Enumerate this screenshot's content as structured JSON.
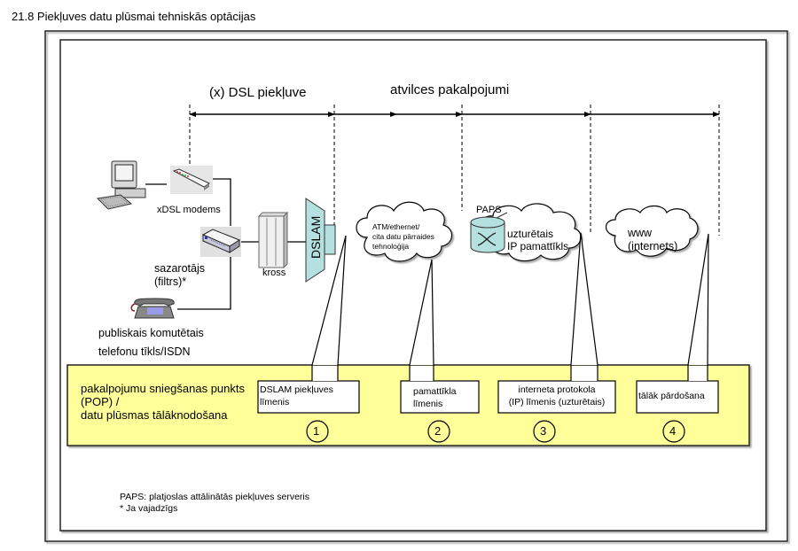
{
  "page": {
    "title": "21.8 Piekļuves datu plūsmai tehniskās optācijas"
  },
  "diagram": {
    "header_labels": {
      "dsl_access": "(x) DSL piekļuve",
      "backhaul_services": "atvilces pakalpojumi"
    },
    "devices": {
      "computer_icon": "computer-icon",
      "modem_label": "xDSL modems",
      "splitter_label_line1": "sazarotājs",
      "splitter_label_line2": "(filtrs)*",
      "kross_label": "kross",
      "dslam_label": "DSLAM",
      "phone_label_line1": "publiskais komutētais",
      "phone_label_line2": "telefonu tīkls/ISDN"
    },
    "clouds": [
      {
        "lines": [
          "ATM/ethernet/",
          "cita datu pārraides",
          "tehnoloģija"
        ]
      },
      {
        "badge": "PAPS",
        "lines": [
          "uzturētais",
          "IP pamattīkls"
        ]
      },
      {
        "lines": [
          "www",
          "(internets)"
        ]
      }
    ],
    "pop_band": {
      "lines": [
        "pakalpojumu sniegšanas punkts",
        "(POP) /",
        "datu plūsmas tālāknodošana"
      ],
      "color": "#FFFF99"
    },
    "levels": [
      {
        "number": "1",
        "lines": [
          "DSLAM piekļuves",
          "līmenis"
        ]
      },
      {
        "number": "2",
        "lines": [
          "pamattīkla",
          "līmenis"
        ]
      },
      {
        "number": "3",
        "lines": [
          "interneta protokola",
          "(IP) līmenis (uzturētais)"
        ]
      },
      {
        "number": "4",
        "lines": [
          "tālāk pārdošana"
        ]
      }
    ],
    "footnotes": [
      "PAPS: platjoslas attālinātās piekļuves serveris",
      "* Ja vajadzīgs"
    ],
    "colors": {
      "dslam_fill": "#B4E0E0",
      "pop_fill": "#FFFF99"
    }
  }
}
